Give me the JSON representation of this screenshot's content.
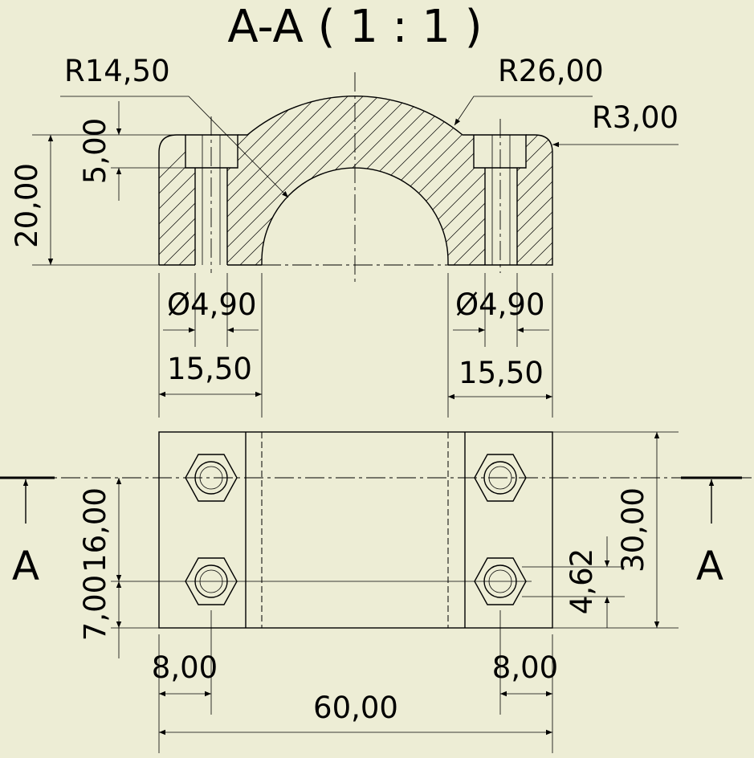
{
  "section_title": "A-A ( 1 : 1 )",
  "section_marker": "A",
  "top_view_dimensions": {
    "r_bore": "R14,50",
    "r_arch": "R26,00",
    "r_corner": "R3,00",
    "cbore_depth": "5,00",
    "height": "20,00",
    "hole_dia_left": "Ø4,90",
    "hole_dia_right": "Ø4,90",
    "foot_width_left": "15,50",
    "foot_width_right": "15,50"
  },
  "plan_view_dimensions": {
    "hole_offset_y": "7,00",
    "hole_spacing_y": "16,00",
    "hex_half": "4,62",
    "depth": "30,00",
    "hole_offset_x_left": "8,00",
    "hole_offset_x_right": "8,00",
    "overall_length": "60,00"
  },
  "colors": {
    "background": "#EDEDD5",
    "line": "#000000"
  }
}
